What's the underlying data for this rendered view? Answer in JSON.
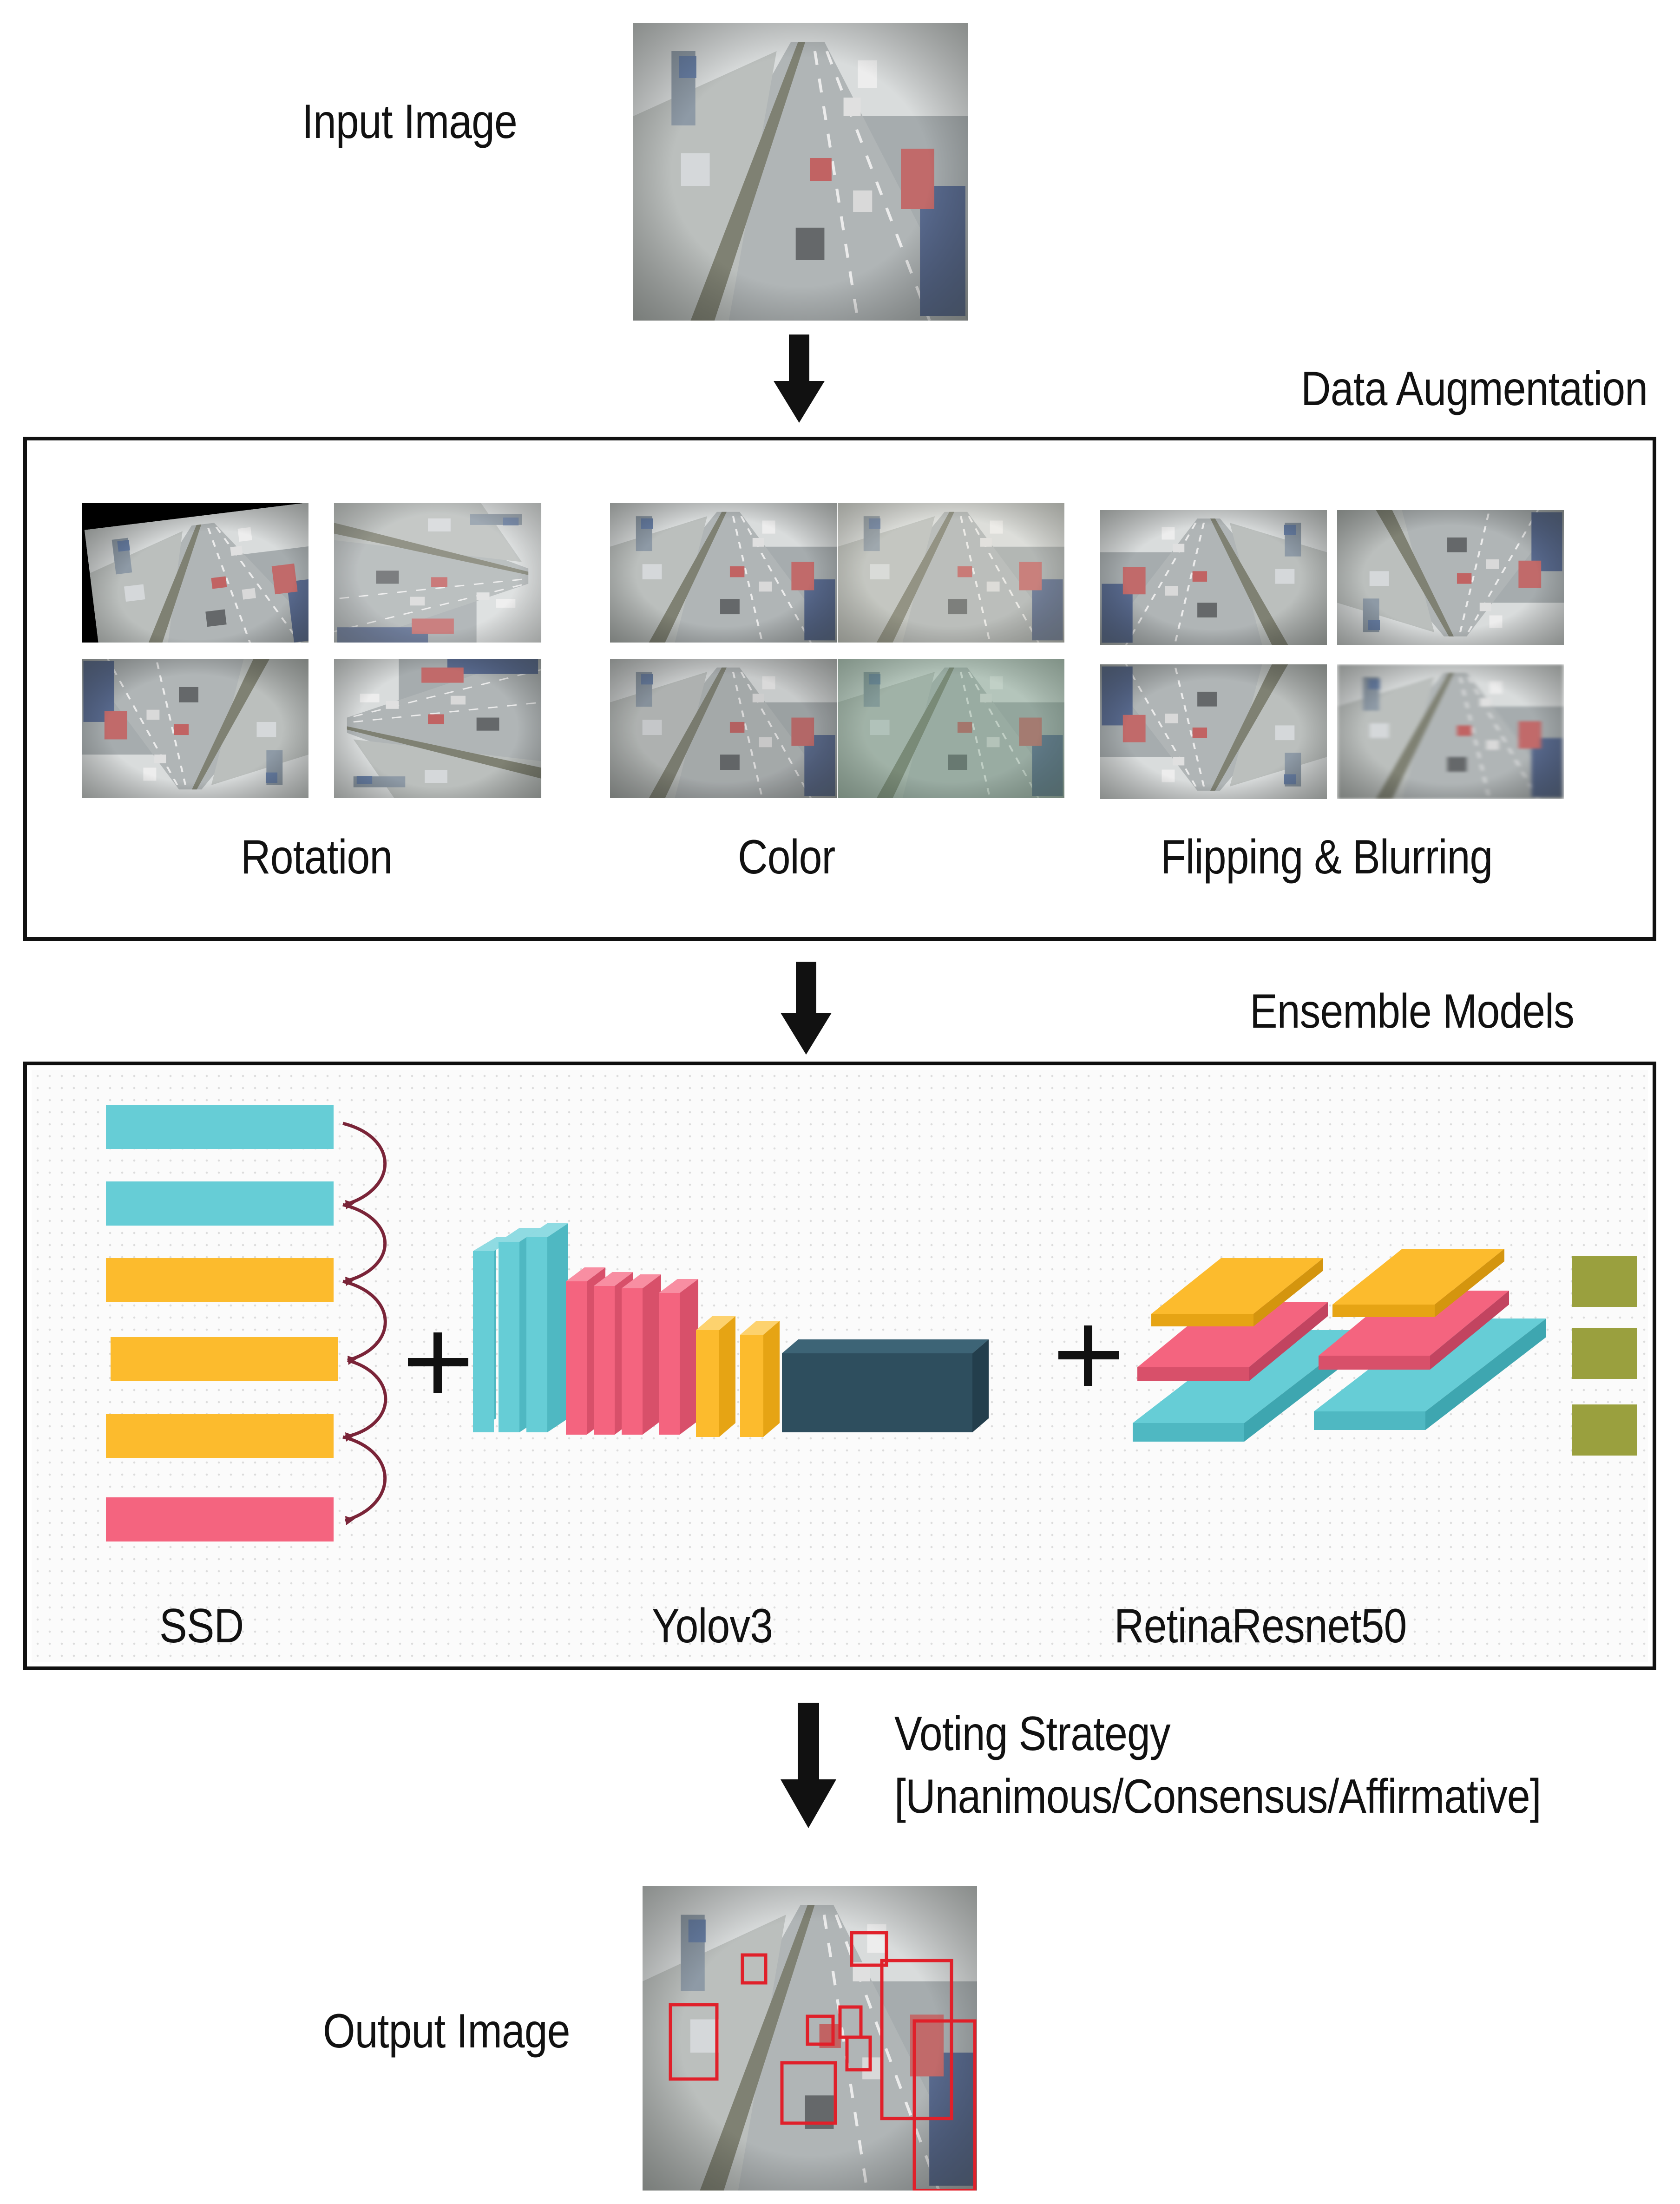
{
  "input": {
    "label": "Input Image"
  },
  "augmentation": {
    "title": "Data Augmentation",
    "groups": [
      {
        "label": "Rotation"
      },
      {
        "label": "Color"
      },
      {
        "label": "Flipping & Blurring"
      }
    ]
  },
  "ensemble": {
    "title": "Ensemble Models",
    "models": [
      {
        "label": "SSD"
      },
      {
        "label": "Yolov3"
      },
      {
        "label": "RetinaResnet50"
      }
    ]
  },
  "voting": {
    "line1": "Voting Strategy",
    "line2": "[Unanimous/Consensus/Affirmative]"
  },
  "output": {
    "label": "Output Image"
  },
  "colors": {
    "cyan": "#66cdd6",
    "yellow": "#fcbb2d",
    "pink": "#f4647f",
    "dark": "#2e4e5e",
    "olive": "#9aa03e",
    "arc": "#7a2438",
    "detection_box": "#e0202a"
  },
  "icons": [
    "down-arrow-icon",
    "plus-icon",
    "curved-arrow-icon"
  ]
}
